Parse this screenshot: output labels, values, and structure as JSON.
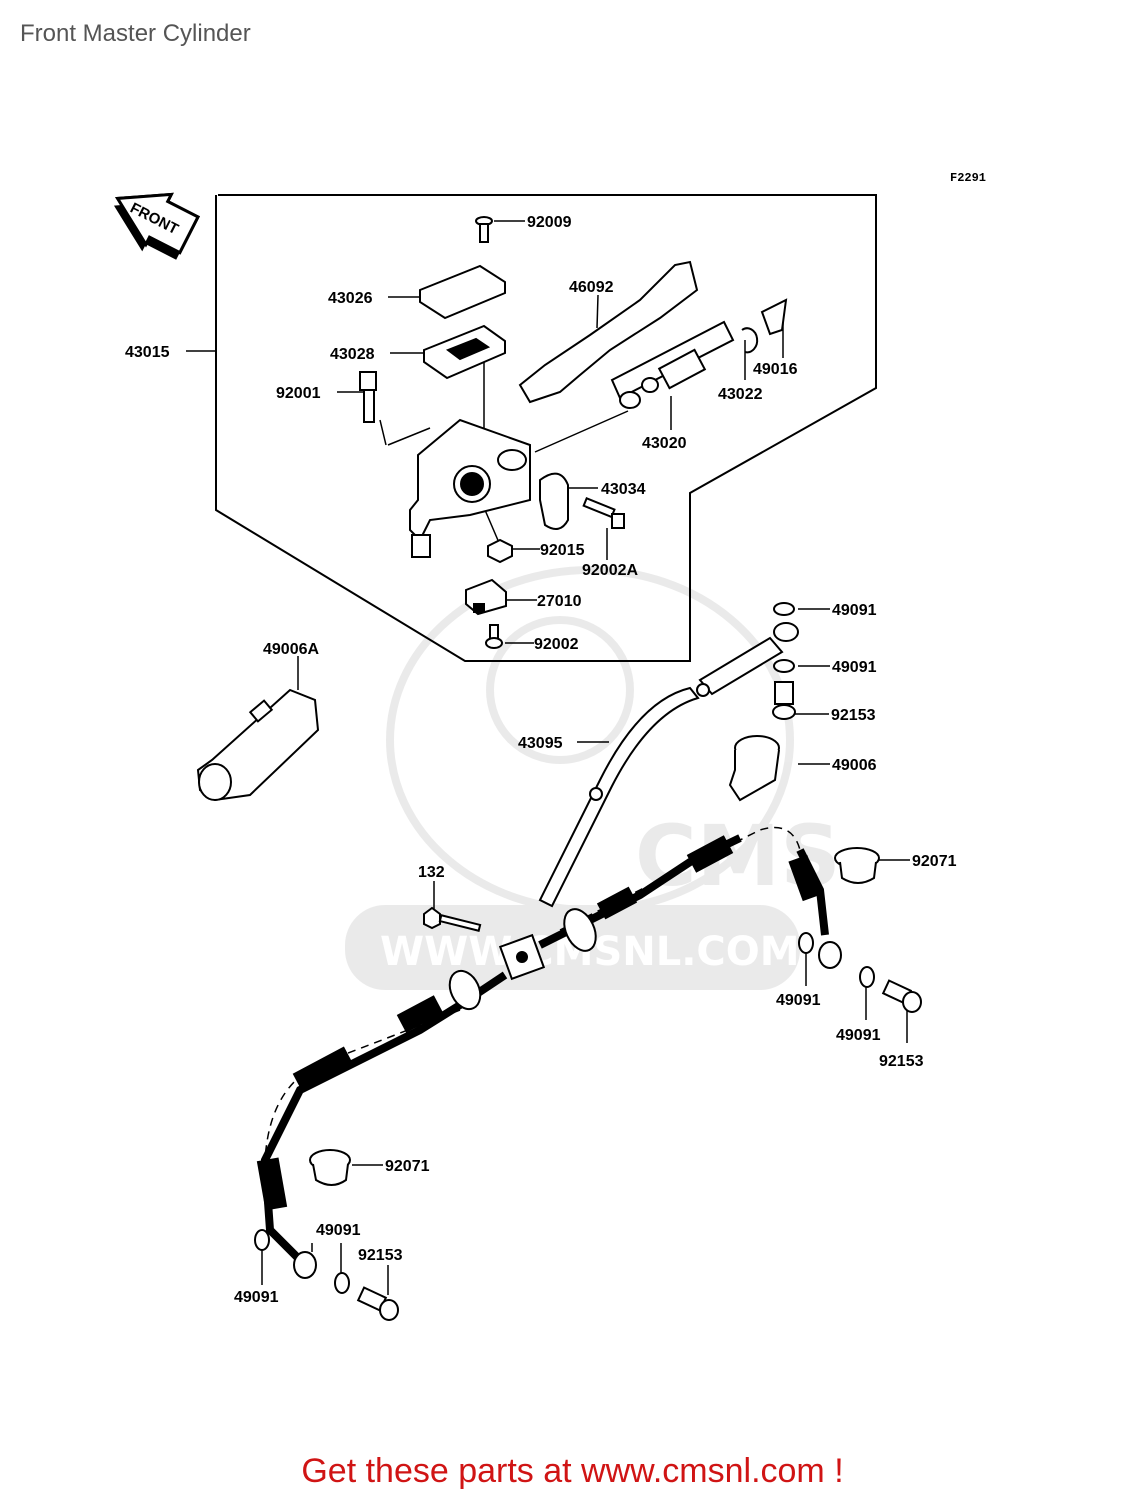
{
  "title": "Front Master Cylinder",
  "figure_code": "F2291",
  "front_arrow_label": "FRONT",
  "watermark": {
    "logo_text": "CMS",
    "url_text": "WWW.CMSNL.COM"
  },
  "callouts": {
    "c92009": "92009",
    "c43026": "43026",
    "c46092": "46092",
    "c43015": "43015",
    "c43028": "43028",
    "c49016": "49016",
    "c92001": "92001",
    "c43022": "43022",
    "c43020": "43020",
    "c43034": "43034",
    "c92015": "92015",
    "c92002A": "92002A",
    "c27010": "27010",
    "c92002": "92002",
    "c49006A": "49006A",
    "c49091_a": "49091",
    "c49091_b": "49091",
    "c92153_a": "92153",
    "c43095": "43095",
    "c49006": "49006",
    "c92071_a": "92071",
    "c132": "132",
    "c49091_c": "49091",
    "c49091_d": "49091",
    "c92153_b": "92153",
    "c92071_b": "92071",
    "c49091_e": "49091",
    "c92153_c": "92153",
    "c49091_f": "49091"
  },
  "footer": "Get these parts at www.cmsnl.com !"
}
